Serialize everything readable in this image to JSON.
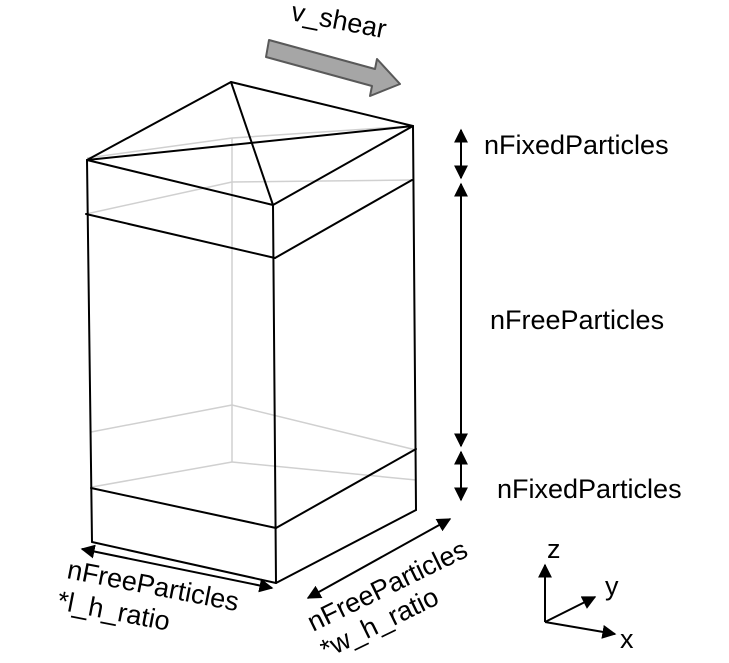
{
  "labels": {
    "shear_velocity": "v_shear",
    "top_layer": "nFixedParticles",
    "middle_layer": "nFreeParticles",
    "bottom_layer": "nFixedParticles",
    "length_line1": "nFreeParticles",
    "length_line2": "*l_h_ratio",
    "width_line1": "nFreeParticles",
    "width_line2": "*w_h_ratio"
  },
  "axes": {
    "z": "z",
    "y": "y",
    "x": "x"
  },
  "colors": {
    "line": "#000000",
    "hidden_line": "#d0d0d0",
    "arrow_fill": "#a6a6a6",
    "arrow_stroke": "#595959"
  }
}
